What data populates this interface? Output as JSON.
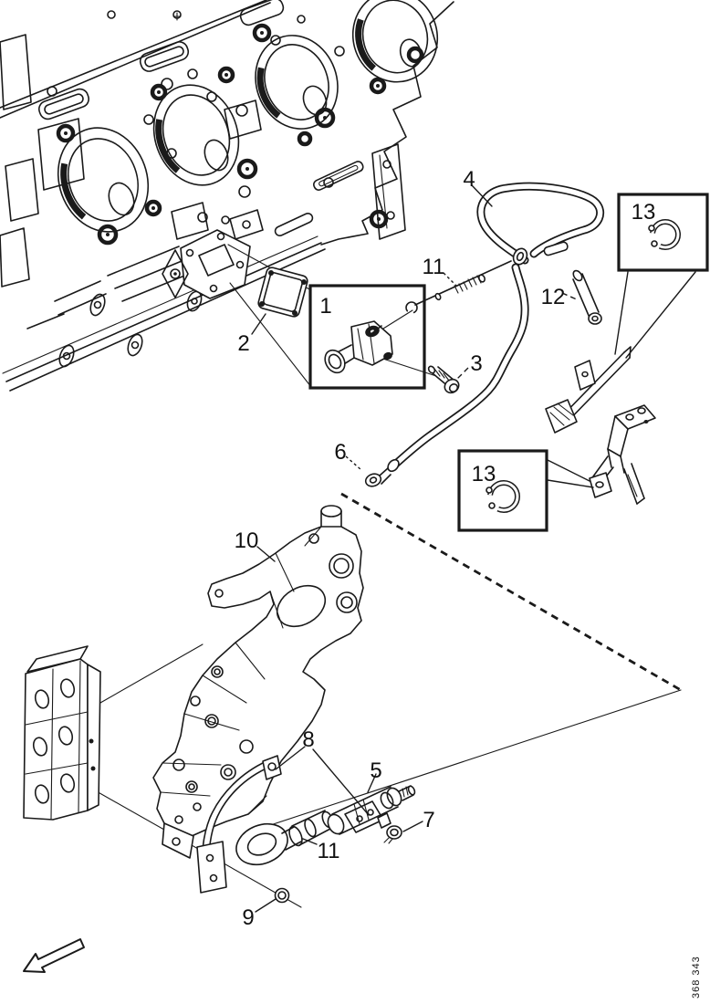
{
  "figure": {
    "drawing_number": "368 343"
  },
  "callouts": {
    "c1": "1",
    "c2": "2",
    "c3": "3",
    "c4": "4",
    "c5": "5",
    "c6": "6",
    "c7": "7",
    "c8": "8",
    "c9": "9",
    "c10": "10",
    "c11a": "11",
    "c11b": "11",
    "c12": "12",
    "c13a": "13",
    "c13b": "13"
  }
}
